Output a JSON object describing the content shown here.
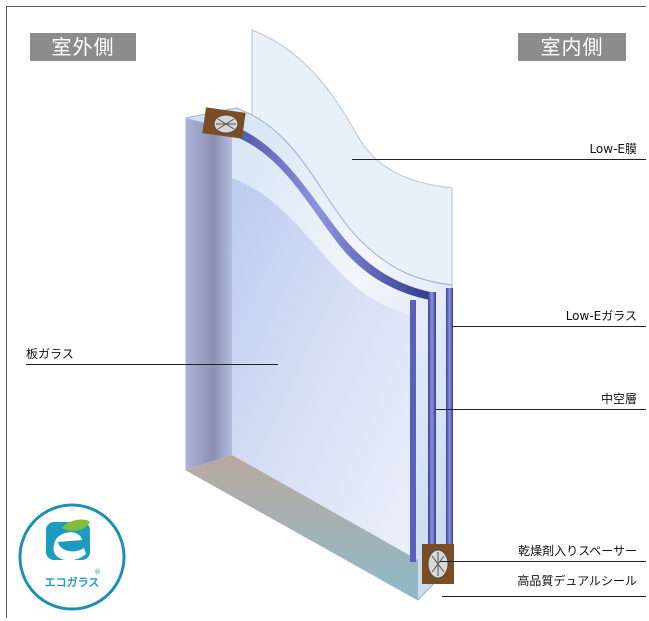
{
  "side_labels": {
    "outdoor": "室外側",
    "indoor": "室内側"
  },
  "callouts": {
    "low_e_film": "Low-E膜",
    "low_e_glass": "Low-Eガラス",
    "sheet_glass": "板ガラス",
    "hollow_layer": "中空層",
    "spacer": "乾燥剤入りスペーサー",
    "seal": "高品質デュアルシール"
  },
  "logo": {
    "text": "エコガラス",
    "registered_mark": "®",
    "colors": {
      "ring": "#1aa0c4",
      "teal": "#1e9bbf",
      "green": "#7fbe3c"
    }
  },
  "colors": {
    "badge_background": "#8c8c8c",
    "glass_edge": "#4a4fb0",
    "glass_face": "#dbe8f6",
    "frame_wood": "#8a5a2c"
  }
}
